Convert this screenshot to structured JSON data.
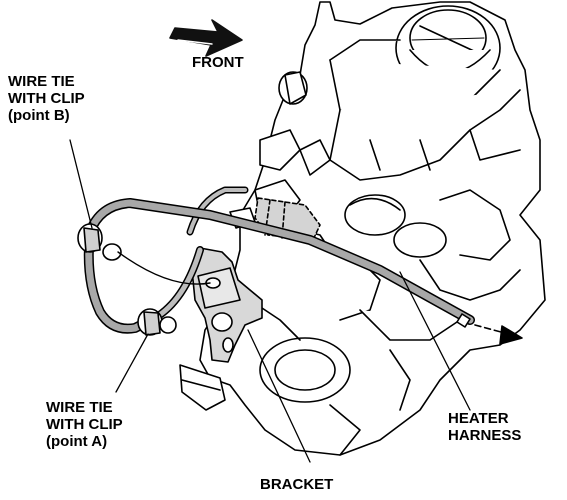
{
  "labels": {
    "front": "FRONT",
    "clip_b": [
      "WIRE TIE",
      "WITH CLIP",
      "(point B)"
    ],
    "clip_a": [
      "WIRE TIE",
      "WITH CLIP",
      "(point A)"
    ],
    "heater_harness": [
      "HEATER",
      "HARNESS"
    ],
    "bracket": "BRACKET"
  },
  "colors": {
    "line": "#000000",
    "harness": "#9a9a9a",
    "shade": "#c8c8c8",
    "arrow": "#000000"
  }
}
